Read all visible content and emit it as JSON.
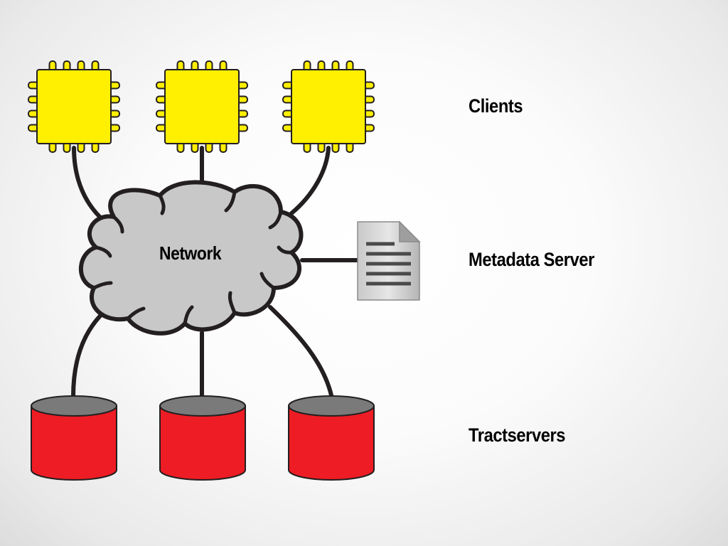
{
  "labels": {
    "clients": "Clients",
    "metadata_server": "Metadata Server",
    "tractservers": "Tractservers",
    "network": "Network"
  },
  "colors": {
    "chip": "#ffef00",
    "disk_body": "#ee1c24",
    "disk_top": "#7a7a7a",
    "cloud": "#c8c8c8",
    "line": "#231f20"
  },
  "components": {
    "clients_count": 3,
    "tractservers_count": 3,
    "client_icon": "chip-icon",
    "tractserver_icon": "disk-icon",
    "metadata_icon": "document-icon",
    "network_icon": "cloud-icon"
  }
}
